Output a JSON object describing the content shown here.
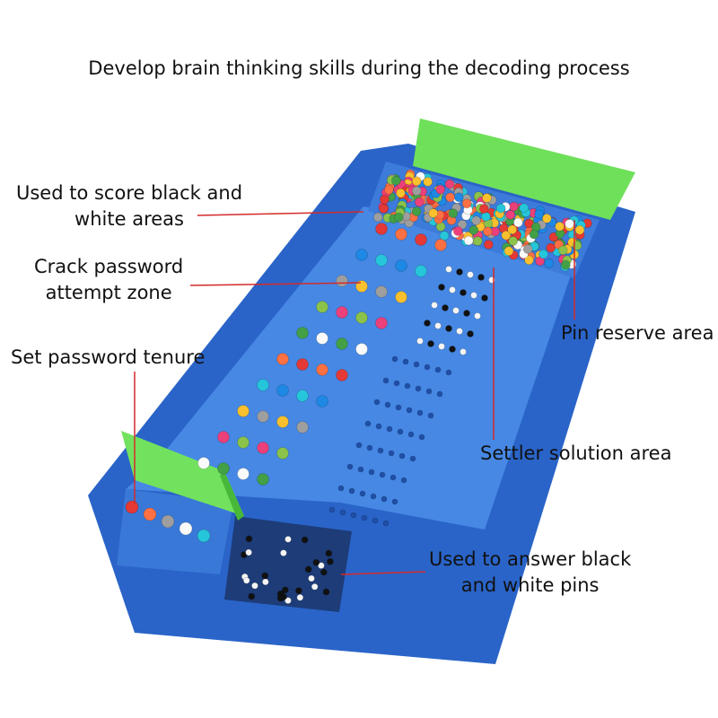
{
  "title": "Develop brain thinking skills during the decoding process",
  "callouts": {
    "score_area": {
      "line1": "Used to score black and",
      "line2": "white areas"
    },
    "attempt_zone": {
      "line1": "Crack password",
      "line2": "attempt zone"
    },
    "password_tenure": {
      "line1": "Set password tenure"
    },
    "pin_reserve": {
      "line1": "Pin reserve area"
    },
    "solution_area": {
      "line1": "Settler solution area"
    },
    "answer_pins": {
      "line1": "Used to answer black",
      "line2": "and  white pins"
    }
  },
  "colors": {
    "tray": "#2f6fd6",
    "tray_inner": "#4d8ae6",
    "lid": "#6fe05a",
    "leader_line": "#d42a2a"
  }
}
